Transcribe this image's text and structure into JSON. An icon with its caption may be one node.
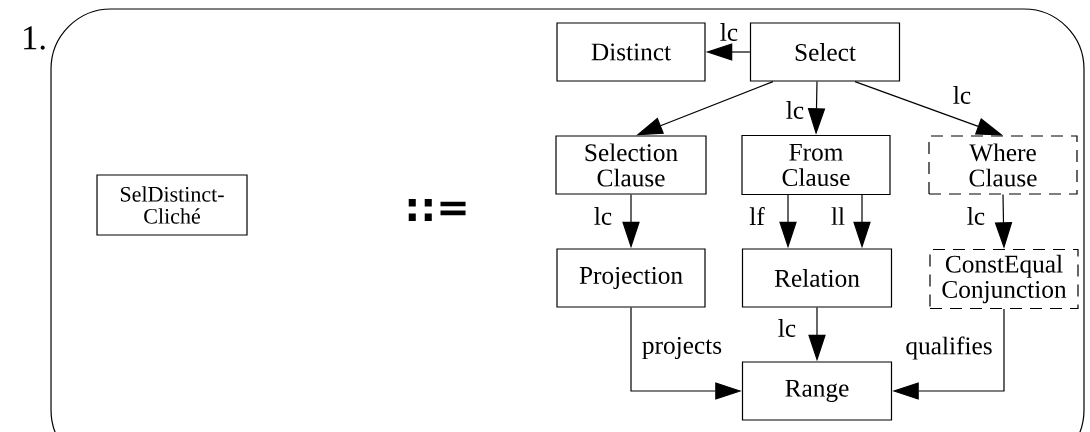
{
  "diagram": {
    "nodes": [
      {
        "text": [
          "SelDistinct-Cliché"
        ]
      },
      {
        "text": [
          "Distinct"
        ]
      },
      {
        "text": [
          "Select"
        ]
      },
      {
        "text": [
          "Selection Clause"
        ]
      },
      {
        "text": [
          "From Clause"
        ]
      },
      {
        "text": [
          "Where Clause"
        ]
      },
      {
        "text": [
          "Projection"
        ]
      },
      {
        "text": [
          "Relation"
        ]
      },
      {
        "text": [
          "ConstEqual Conjunction"
        ]
      },
      {
        "text": [
          "Range"
        ]
      }
    ],
    "edges": [
      {
        "from": 2,
        "to": 1,
        "arrow": "to",
        "label": "lc"
      },
      {
        "from": 2,
        "to": 3,
        "arrow": "to"
      },
      {
        "from": 2,
        "to": 4,
        "arrow": "to",
        "label": "lc"
      },
      {
        "from": 2,
        "to": 5,
        "arrow": "to",
        "label": "lc"
      },
      {
        "from": 3,
        "to": 6,
        "arrow": "to",
        "label": "lc"
      },
      {
        "from": 4,
        "to": 7,
        "arrow": "to",
        "label": "lf"
      },
      {
        "from": 4,
        "to": 7,
        "arrow": "to",
        "label": "ll"
      },
      {
        "from": 5,
        "to": 8,
        "arrow": "to",
        "label": "lc"
      },
      {
        "from": 7,
        "to": 9,
        "arrow": "to",
        "label": "lc"
      },
      {
        "from": 6,
        "to": 9,
        "arrow": "to",
        "label": "projects"
      },
      {
        "from": 8,
        "to": 9,
        "arrow": "to",
        "label": "qualifies"
      }
    ],
    "labels": [
      "1.",
      "::="
    ]
  }
}
